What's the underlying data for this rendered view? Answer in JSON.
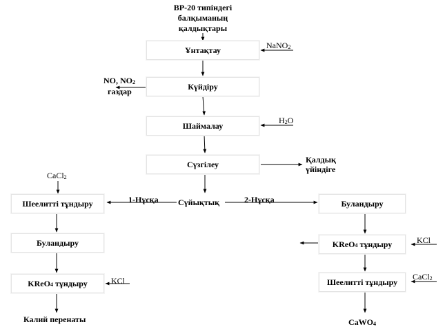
{
  "source_lines": [
    "ВР-20 типіндегі",
    "балқыманың",
    "қалдықтары"
  ],
  "center_steps": [
    "Ұнтақтау",
    "Күйдіру",
    "Шаймалау",
    "Сүзгілеу"
  ],
  "filtrate": "Сүйықтық",
  "reagents": {
    "nano2": {
      "main": "NaNO",
      "sub": "2"
    },
    "h2o": {
      "main": "H",
      "sub": "2",
      "tail": "O"
    },
    "cacl2_left": {
      "main": "CaCl",
      "sub": "2"
    },
    "kcl_left": "KCl",
    "kcl_right": "KCl",
    "cacl2_right": {
      "main": "CaCl",
      "sub": "2"
    }
  },
  "gases": {
    "line1": "NO, NO",
    "line1_sub": "2",
    "line2": "газдар"
  },
  "residue": {
    "line1": "Қалдық",
    "line2": "үйіндіге"
  },
  "variants": {
    "left": "1-Нұсқа",
    "right": "2-Нұсқа"
  },
  "left_steps": [
    "Шеелитті тұндыру",
    "Буландыру"
  ],
  "left_kreo4": {
    "pre": "KReO",
    "sub": "4",
    "post": " тұндыру"
  },
  "left_product": "Калий перенаты",
  "right_steps": [
    "Буландыру"
  ],
  "right_kreo4": {
    "pre": "KReO",
    "sub": "4",
    "post": " тұндыру"
  },
  "right_scheelite": "Шеелитті тұндыру",
  "right_product": {
    "main": "CaWO",
    "sub": "4"
  }
}
